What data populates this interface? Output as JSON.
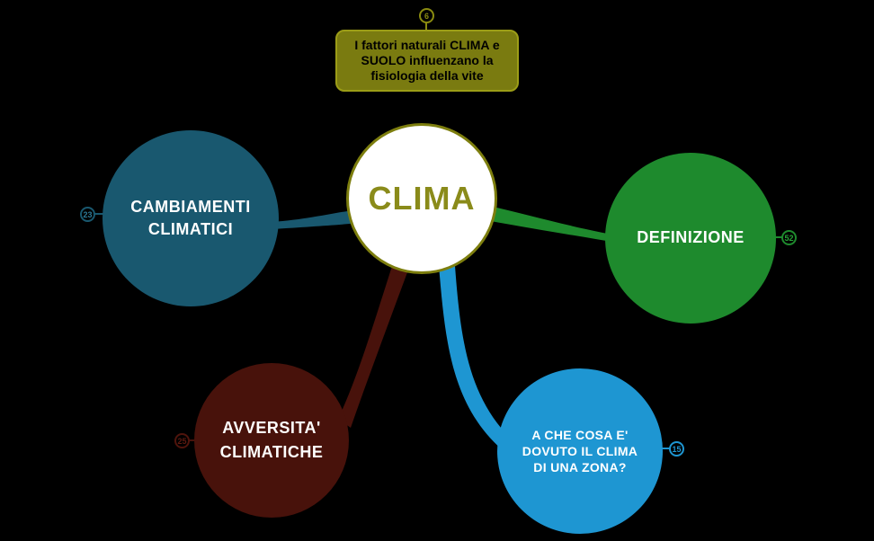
{
  "canvas": {
    "background": "#000000"
  },
  "annotation": {
    "badge": "6",
    "line1": "I fattori naturali CLIMA e",
    "line2": "SUOLO influenzano la",
    "line3": "fisiologia della vite",
    "fill_color": "#7a7b10",
    "text_color": "#000000"
  },
  "center": {
    "label": "CLIMA",
    "fill_color": "#ffffff",
    "accent_color": "#8a8b1a"
  },
  "branches": {
    "cambiamenti": {
      "line1": "CAMBIAMENTI",
      "line2": "CLIMATICI",
      "badge": "23",
      "color": "#19586f"
    },
    "definizione": {
      "line1": "DEFINIZIONE",
      "badge": "52",
      "color": "#1e8a2d"
    },
    "avversita": {
      "line1": "AVVERSITA'",
      "line2": "CLIMATICHE",
      "badge": "25",
      "color": "#48120b"
    },
    "causa_zona": {
      "line1": "A CHE COSA E'",
      "line2": "DOVUTO IL CLIMA",
      "line3": "DI UNA ZONA?",
      "badge": "15",
      "color": "#1e96d2"
    }
  }
}
